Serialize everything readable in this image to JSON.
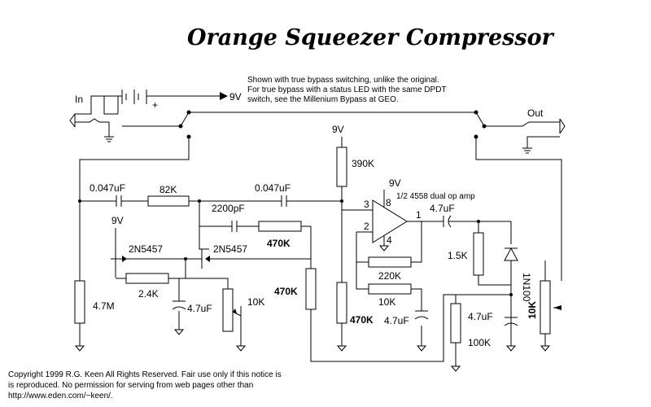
{
  "title": "Orange Squeezer Compressor",
  "note": {
    "line1": "Shown with true bypass switching, unlike the original.",
    "line2": "For true bypass with a status LED with the same DPDT",
    "line3": "switch, see the Millenium Bypass at GEO."
  },
  "labels": {
    "in": "In",
    "out": "Out",
    "v9_battery": "9V",
    "v9_top": "9V",
    "v9_opamp": "9V",
    "v9_jfet": "9V",
    "c_in": "0.047uF",
    "r82k": "82K",
    "c_mid": "0.047uF",
    "r390k": "390K",
    "opamp": "1/2 4558 dual op amp",
    "pin3": "3",
    "pin8": "8",
    "pin2": "2",
    "pin4": "4",
    "pin1": "1",
    "c_out": "4.7uF",
    "c2200": "2200pF",
    "r470k_fb": "470K",
    "q1": "2N5457",
    "q2": "2N5457",
    "r220k": "220K",
    "r1_5k": "1.5K",
    "d1n100": "1N100",
    "r4_7m": "4.7M",
    "r2_4k": "2.4K",
    "c4_7_jfet": "4.7uF",
    "pot10k_trim": "10K",
    "r470k_gate": "470K",
    "r10k": "10K",
    "r470k_bias": "470K",
    "c4_7_bias": "4.7uF",
    "c4_7_det": "4.7uF",
    "r100k": "100K",
    "pot10k_vol": "10K",
    "plus": "+"
  },
  "copyright": {
    "line1": "Copyright 1999 R.G. Keen All Rights Reserved.  Fair use only if this notice is",
    "line2": "is reproduced. No permission for serving from web pages other than",
    "line3": "http://www.eden.com/~keen/."
  }
}
